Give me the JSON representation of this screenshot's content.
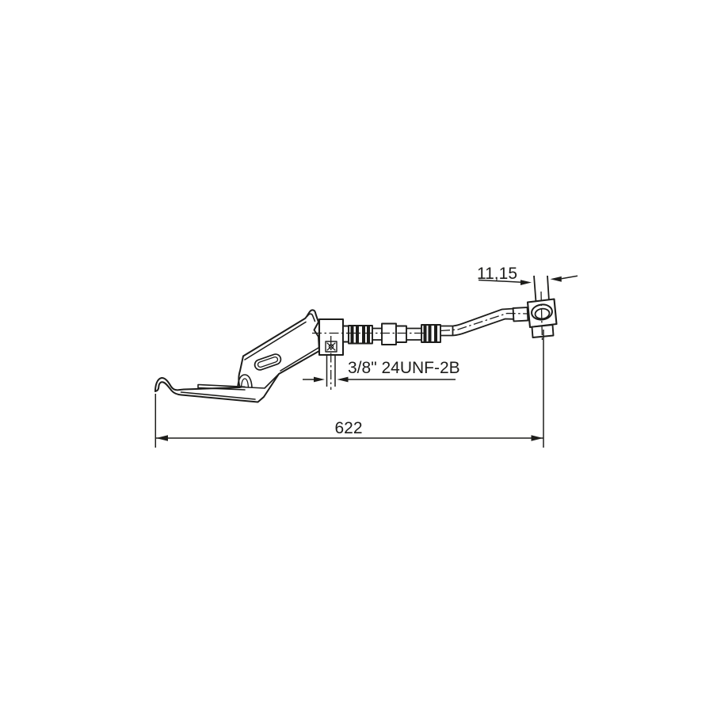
{
  "canvas": {
    "background": "#ffffff",
    "line_color": "#1d1d1b"
  },
  "drawing": {
    "kind": "technical-dimension-drawing",
    "subject": "brake hose assembly with mounting bracket and banjo end fitting",
    "annotations": {
      "fitting_offset": "11,15",
      "thread_spec": "3/8\" 24UNF-2B",
      "overall_length": "622"
    }
  }
}
